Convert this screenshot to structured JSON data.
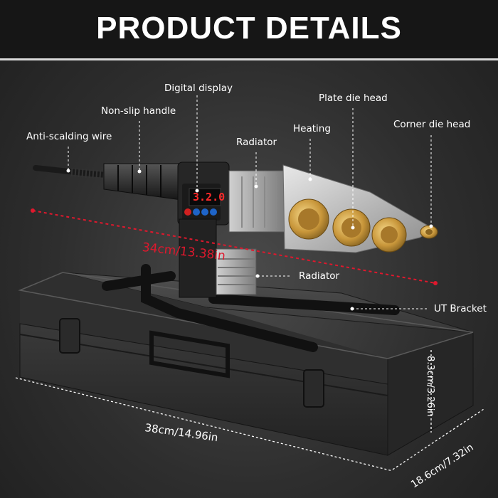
{
  "header": {
    "title": "PRODUCT DETAILS"
  },
  "display": {
    "reading": "3.2.0"
  },
  "labels": {
    "digital_display": "Digital display",
    "plate_die_head": "Plate die head",
    "non_slip_handle": "Non-slip handle",
    "corner_die_head": "Corner die head",
    "heating": "Heating",
    "anti_scalding_wire": "Anti-scalding wire",
    "radiator_top": "Radiator",
    "radiator_side": "Radiator",
    "ut_bracket": "UT Bracket"
  },
  "dimensions": {
    "machine_length": "34cm/13.38in",
    "case_length": "38cm/14.96in",
    "case_height": "8.3cm/3.26in",
    "case_depth": "18.6cm/7.32in"
  },
  "colors": {
    "measure_red": "#e0182d",
    "brass": "#c8963a",
    "case": "#2b2b2b"
  },
  "icons": [
    "power-button-icon",
    "temperature-button-icon",
    "up-button-icon",
    "down-button-icon"
  ]
}
